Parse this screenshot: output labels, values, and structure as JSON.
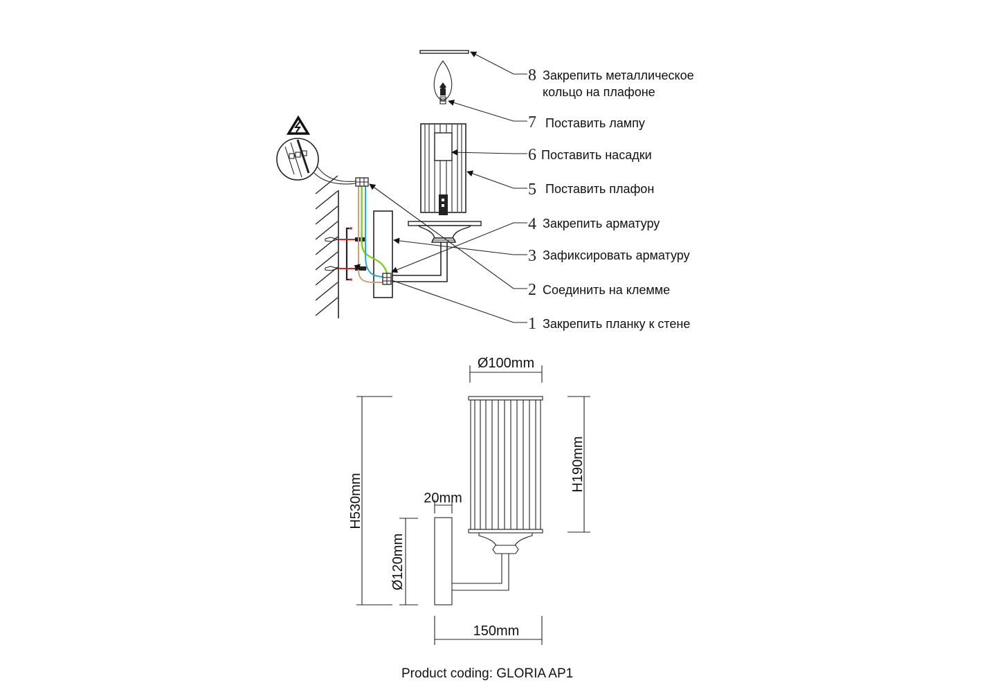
{
  "title": "GLORIA AP1 wall lamp installation diagram",
  "steps": [
    {
      "number": "8",
      "text_line1": "Закрепить металлическое",
      "text_line2": "кольцо на плафоне"
    },
    {
      "number": "7",
      "text": "Поставить лампу"
    },
    {
      "number": "6",
      "text": "Поставить насадки"
    },
    {
      "number": "5",
      "text": "Поставить плафон"
    },
    {
      "number": "4",
      "text": "Закрепить арматуру"
    },
    {
      "number": "3",
      "text": "Зафиксировать арматуру"
    },
    {
      "number": "2",
      "text": "Соединить на клемме"
    },
    {
      "number": "1",
      "text": "Закрепить планку к стене"
    }
  ],
  "dimensions": {
    "shade_diameter": "Ø100mm",
    "shade_height": "H190mm",
    "total_height": "H530mm",
    "backplate_diameter": "Ø120mm",
    "backplate_depth": "20mm",
    "projection": "150mm"
  },
  "wire_colors": {
    "brown": "#c8a07a",
    "green": "#44cc22",
    "yellow": "#d8e020",
    "blue": "#22aadd",
    "red": "#e02020"
  },
  "icons": [
    "electrical-hazard-warning-icon",
    "terminal-block-detail-magnifier"
  ],
  "caption": "Product coding: GLORIA AP1"
}
